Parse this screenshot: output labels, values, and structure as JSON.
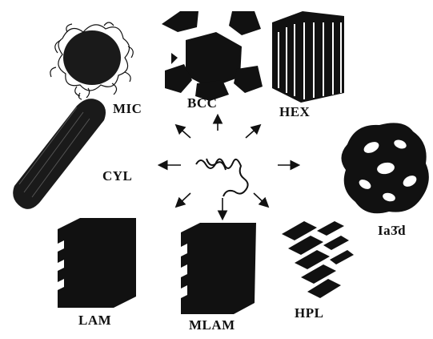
{
  "labels": {
    "mic": "MIC",
    "bcc": "BCC",
    "hex": "HEX",
    "cyl": "CYL",
    "ia3d": "Ia3̄d",
    "lam": "LAM",
    "mlam": "MLAM",
    "hpl": "HPL"
  },
  "colors": {
    "ink": "#111111",
    "paper": "#ffffff"
  }
}
